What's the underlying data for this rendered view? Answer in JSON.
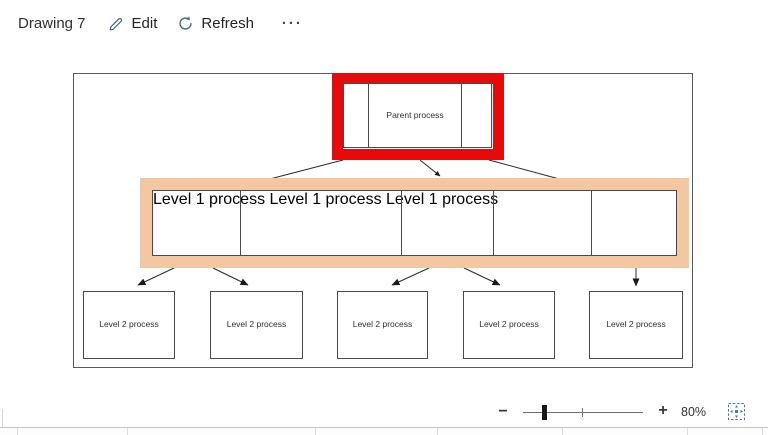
{
  "toolbar": {
    "title": "Drawing 7",
    "edit_label": "Edit",
    "refresh_label": "Refresh",
    "more_label": "···"
  },
  "diagram": {
    "parent_label": "Parent process",
    "level1_labels": [
      "Level 1 process",
      "Level 1 process",
      "Level 1 process"
    ],
    "level2_labels": [
      "Level 2 process",
      "Level 2 process",
      "Level 2 process",
      "Level 2 process",
      "Level 2 process"
    ],
    "highlight_red": "#e60a0a",
    "highlight_peach": "#f4c7a3",
    "accent_blue": "#3b639c"
  },
  "zoom_control": {
    "minus_label": "−",
    "plus_label": "+",
    "value": "80%"
  }
}
